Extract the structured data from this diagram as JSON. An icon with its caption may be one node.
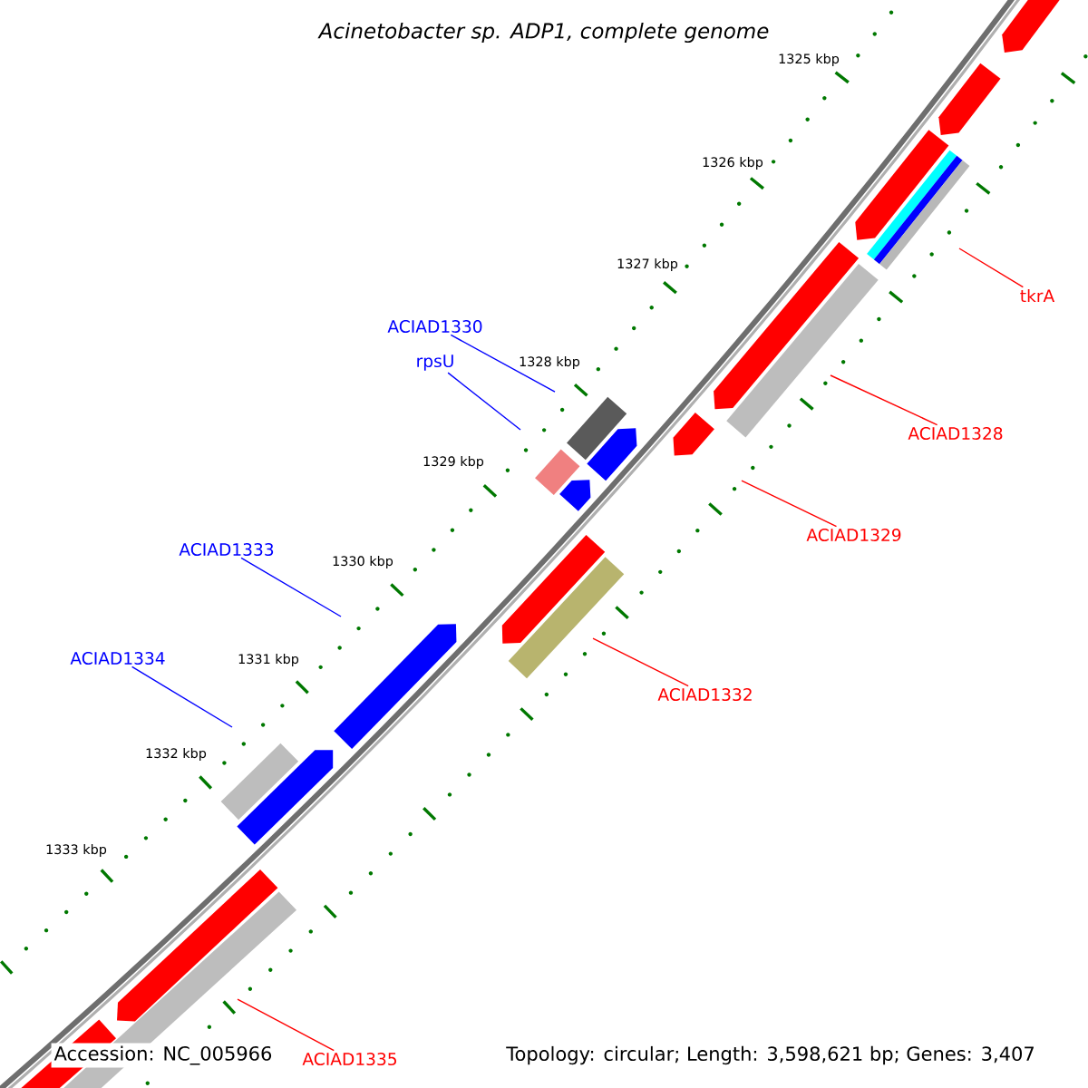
{
  "diagram": {
    "title": "Acinetobacter sp. ADP1, complete genome",
    "nodes": [
      {
        "text": [
          "tkrA"
        ]
      },
      {
        "text": [
          "ACIAD1330"
        ]
      },
      {
        "text": [
          "rpsU"
        ]
      },
      {
        "text": [
          "ACIAD1328"
        ]
      },
      {
        "text": [
          "ACIAD1329"
        ]
      },
      {
        "text": [
          "ACIAD1333"
        ]
      },
      {
        "text": [
          "ACIAD1334"
        ]
      },
      {
        "text": [
          "ACIAD1332"
        ]
      },
      {
        "text": [
          "ACIAD1335"
        ]
      }
    ],
    "edges": [
      {
        "from": 0,
        "to": null,
        "arrow": "none"
      },
      {
        "from": 1,
        "to": null,
        "arrow": "none",
        "color": "#0000ff"
      },
      {
        "from": 2,
        "to": null,
        "arrow": "none",
        "color": "#0000ff"
      },
      {
        "from": 3,
        "to": null,
        "arrow": "none"
      },
      {
        "from": 4,
        "to": null,
        "arrow": "none"
      },
      {
        "from": 5,
        "to": null,
        "arrow": "none",
        "color": "#0000ff"
      },
      {
        "from": 6,
        "to": null,
        "arrow": "none",
        "color": "#0000ff"
      },
      {
        "from": 7,
        "to": null,
        "arrow": "none"
      },
      {
        "from": 8,
        "to": null,
        "arrow": "none"
      }
    ],
    "labels": [
      "1325 kbp",
      "1326 kbp",
      "1327 kbp",
      "1328 kbp",
      "1329 kbp",
      "1330 kbp",
      "1331 kbp",
      "1332 kbp",
      "1333 kbp",
      "Accession: NC_005966",
      "Topology: circular; Length: 3,598,621 bp; Genes: 3,407"
    ]
  }
}
